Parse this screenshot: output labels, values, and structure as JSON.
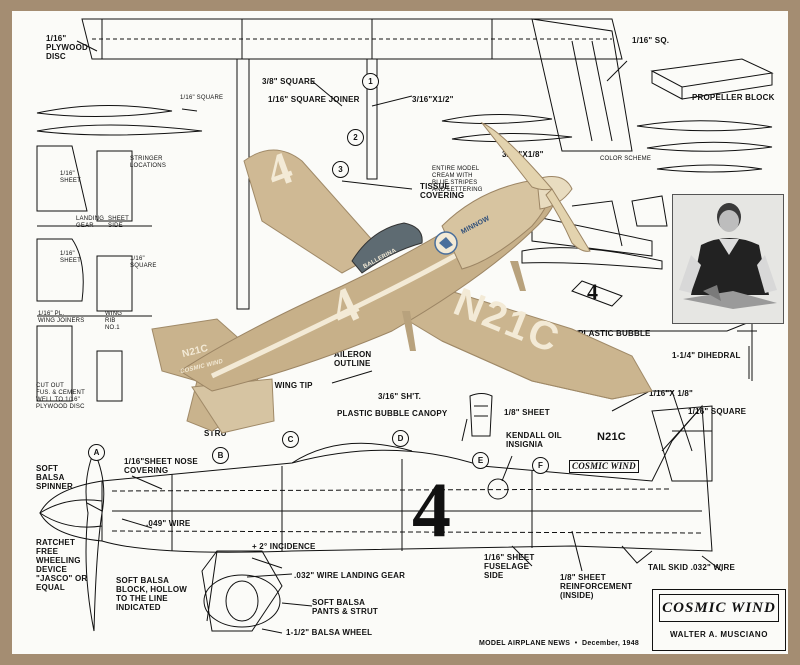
{
  "labels": {
    "plywood_disc": "1/16\"\nPLYWOOD\nDISC",
    "square_3_8": "3/8\" SQUARE",
    "square_joiner": "1/16\" SQUARE JOINER",
    "x_3_16": "3/16\"X1/2\"",
    "sq_1_16_top": "1/16\" SQ.",
    "propeller_block": "PROPELLER BLOCK",
    "x_3_16_1_8": "3/16\"X1/8\"",
    "tissue_covering": "TISSUE\nCOVERING",
    "plastic_bubble": "PLASTIC BUBBLE",
    "dihedral": "1-1/4\" DIHEDRAL",
    "aileron_outline": "AILERON\nOUTLINE",
    "balsa_wing_tip": "BALSA WING TIP",
    "sheet_3_16": "3/16\" SH'T.",
    "plastic_bubble_canopy": "PLASTIC BUBBLE CANOPY",
    "sheet_1_8": "1/8\" SHEET",
    "x_1_16_1_8": "1/16\"X 1/8\"",
    "square_1_16": "1/16\" SQUARE",
    "kendall": "KENDALL OIL\nINSIGNIA",
    "n21c_tail": "N21C",
    "cosmic_wind_small": "COSMIC WIND",
    "soft_balsa_spinner": "SOFT\nBALSA\nSPINNER",
    "nose_covering": "1/16\"SHEET NOSE\nCOVERING",
    "wire_049": ".049\" WIRE",
    "incidence": "+ 2° INCIDENCE",
    "ratchet": "RATCHET\nFREE\nWHEELING\nDEVICE\n\"JASCO\" OR\nEQUAL",
    "soft_balsa_block": "SOFT BALSA\nBLOCK, HOLLOW\nTO THE LINE\nINDICATED",
    "landing_gear": ".032\" WIRE LANDING GEAR",
    "pants_strut": "SOFT BALSA\nPANTS & STRUT",
    "balsa_wheel": "1-1/2\" BALSA WHEEL",
    "fuselage_side": "1/16\" SHEET\nFUSELAGE\nSIDE",
    "reinforcement": "1/8\" SHEET\nREINFORCEMENT\n(INSIDE)",
    "tail_skid": "TAIL SKID .032\" WIRE",
    "sheet_116_a": "1/16\"\nSHEET",
    "sheet_116_b": "1/16\"\nSHEET",
    "landing_gear_small": "LANDING\nGEAR",
    "sheet_side": "SHEET\nSIDE",
    "stringer_locations": "STRINGER\nLOCATIONS",
    "square_116_small": "1/16\"\nSQUARE",
    "wing_joiners": "1/16\" PL.\nWING JOINERS",
    "wing_rib_no1": "WING\nRIB\nNO.1",
    "cut_out": "CUT OUT\nFUS. & CEMENT\nWELL TO 1/16\"\nPLYWOOD DISC",
    "stru": "STRU",
    "rib_square": "1/16\" SQUARE",
    "color_scheme": "COLOR SCHEME",
    "scheme_note": "ENTIRE MODEL\nCREAM WITH\nBLUE STRIPES\nAND LETTERING"
  },
  "circled": [
    "1",
    "2",
    "3",
    "A",
    "B",
    "C",
    "D",
    "E",
    "F"
  ],
  "decals": {
    "race_number": "4",
    "registration": "N21C",
    "tail_reg": "N21C",
    "tail_name": "COSMIC WIND",
    "cowl_name": "MINNOW",
    "canopy_name": "BALLERINA"
  },
  "title_block": {
    "name": "COSMIC WIND",
    "author": "WALTER A. MUSCIANO"
  },
  "footer": "MODEL AIRPLANE NEWS  •  December, 1948",
  "colors": {
    "frame": "#a48d72",
    "paper": "#fbfbf8",
    "ink": "#111111",
    "plane_body": "#c9b48f",
    "plane_shadow": "#a99371",
    "plane_cream": "#f3ead6",
    "insignia_blue": "#4a6f9c"
  }
}
